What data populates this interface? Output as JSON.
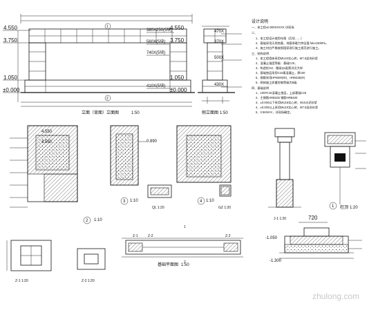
{
  "elevation": {
    "levels": [
      "4.550",
      "3.750",
      "1.050",
      "±0.000"
    ],
    "levels_right": [
      "4.550",
      "3.750",
      "1.050",
      "±0.000"
    ],
    "callouts": [
      "380X250(5块)",
      "560X(5块)",
      "740X(5块)",
      "410X(5块)"
    ],
    "callouts_right": [
      "470X",
      "370X",
      "500X",
      "430X"
    ],
    "grid": [
      "1",
      "2"
    ],
    "title": "立面（背面）立面图",
    "scale": "1:50",
    "title_right": "侧立面图",
    "scale_right": "1:50"
  },
  "details": {
    "d1_levels": [
      "4.550",
      "4.560",
      "0.890"
    ],
    "bubble2": "2",
    "bubble2_scale": "1:10",
    "bubble3": "3",
    "bubble3_scale": "1:10",
    "bubble4": "4",
    "bubble4_scale": "1:10",
    "ql_label": "QL 1:20",
    "gz_label": "GZ 1:20",
    "j1_label": "J-1 1:20",
    "z1_label": "Z-1 1:20",
    "z2_label": "Z-2 1:20",
    "j1_level": "-1.050",
    "z2_level": "-1.300",
    "col_bubble": "1",
    "col_title": "柱顶",
    "col_scale": "1:20",
    "dim_720": "720",
    "plan_title": "基础平面图",
    "plan_scale": "1:50",
    "z_marks": [
      "Z-1",
      "Z-2",
      "Z-2"
    ],
    "label_1": "1",
    "label_2": "2"
  },
  "notes": {
    "title": "设计说明",
    "lines": [
      "一、本工程±0.000XXXXX 详现场",
      "二、",
      "1、本工程设计使用年限（后续……）",
      "2、基础采用天然地基，地基承载力特征值 fak≥150kPa，",
      "3、施工时应严格按照国家现行施工规范进行施工。",
      "三、结构说明",
      "1、本工程墙体采用MU10实心砖，M7.5混合砂浆",
      "2、混凝土强度等级：基础C25，",
      "3、构造柱GZ、圈梁QL配筋详见大样",
      "4、基础垫层采用C15素混凝土，厚100",
      "5、钢筋采用HPB300(Φ)、HRB335(Φ)",
      "6、砌体施工质量控制等级为B级",
      "四、基础说明",
      "1、100#C15混凝土垫层，上部基础C25",
      "2、主钢筋HRB335 钢筋HRB400",
      "3、±0.000以下采用MU15实心砖，M10水泥砂浆",
      "4、±0.000以上采用MU10实心砖，M7.5混合砂浆",
      "5、0.5KN/m²，详现场确定。"
    ],
    "highlights": [
      "±0.000",
      "100#C15",
      "HPB300",
      "±0.000",
      "±0.000",
      "0.5KN/m²"
    ]
  },
  "watermark": "zhulong.com"
}
